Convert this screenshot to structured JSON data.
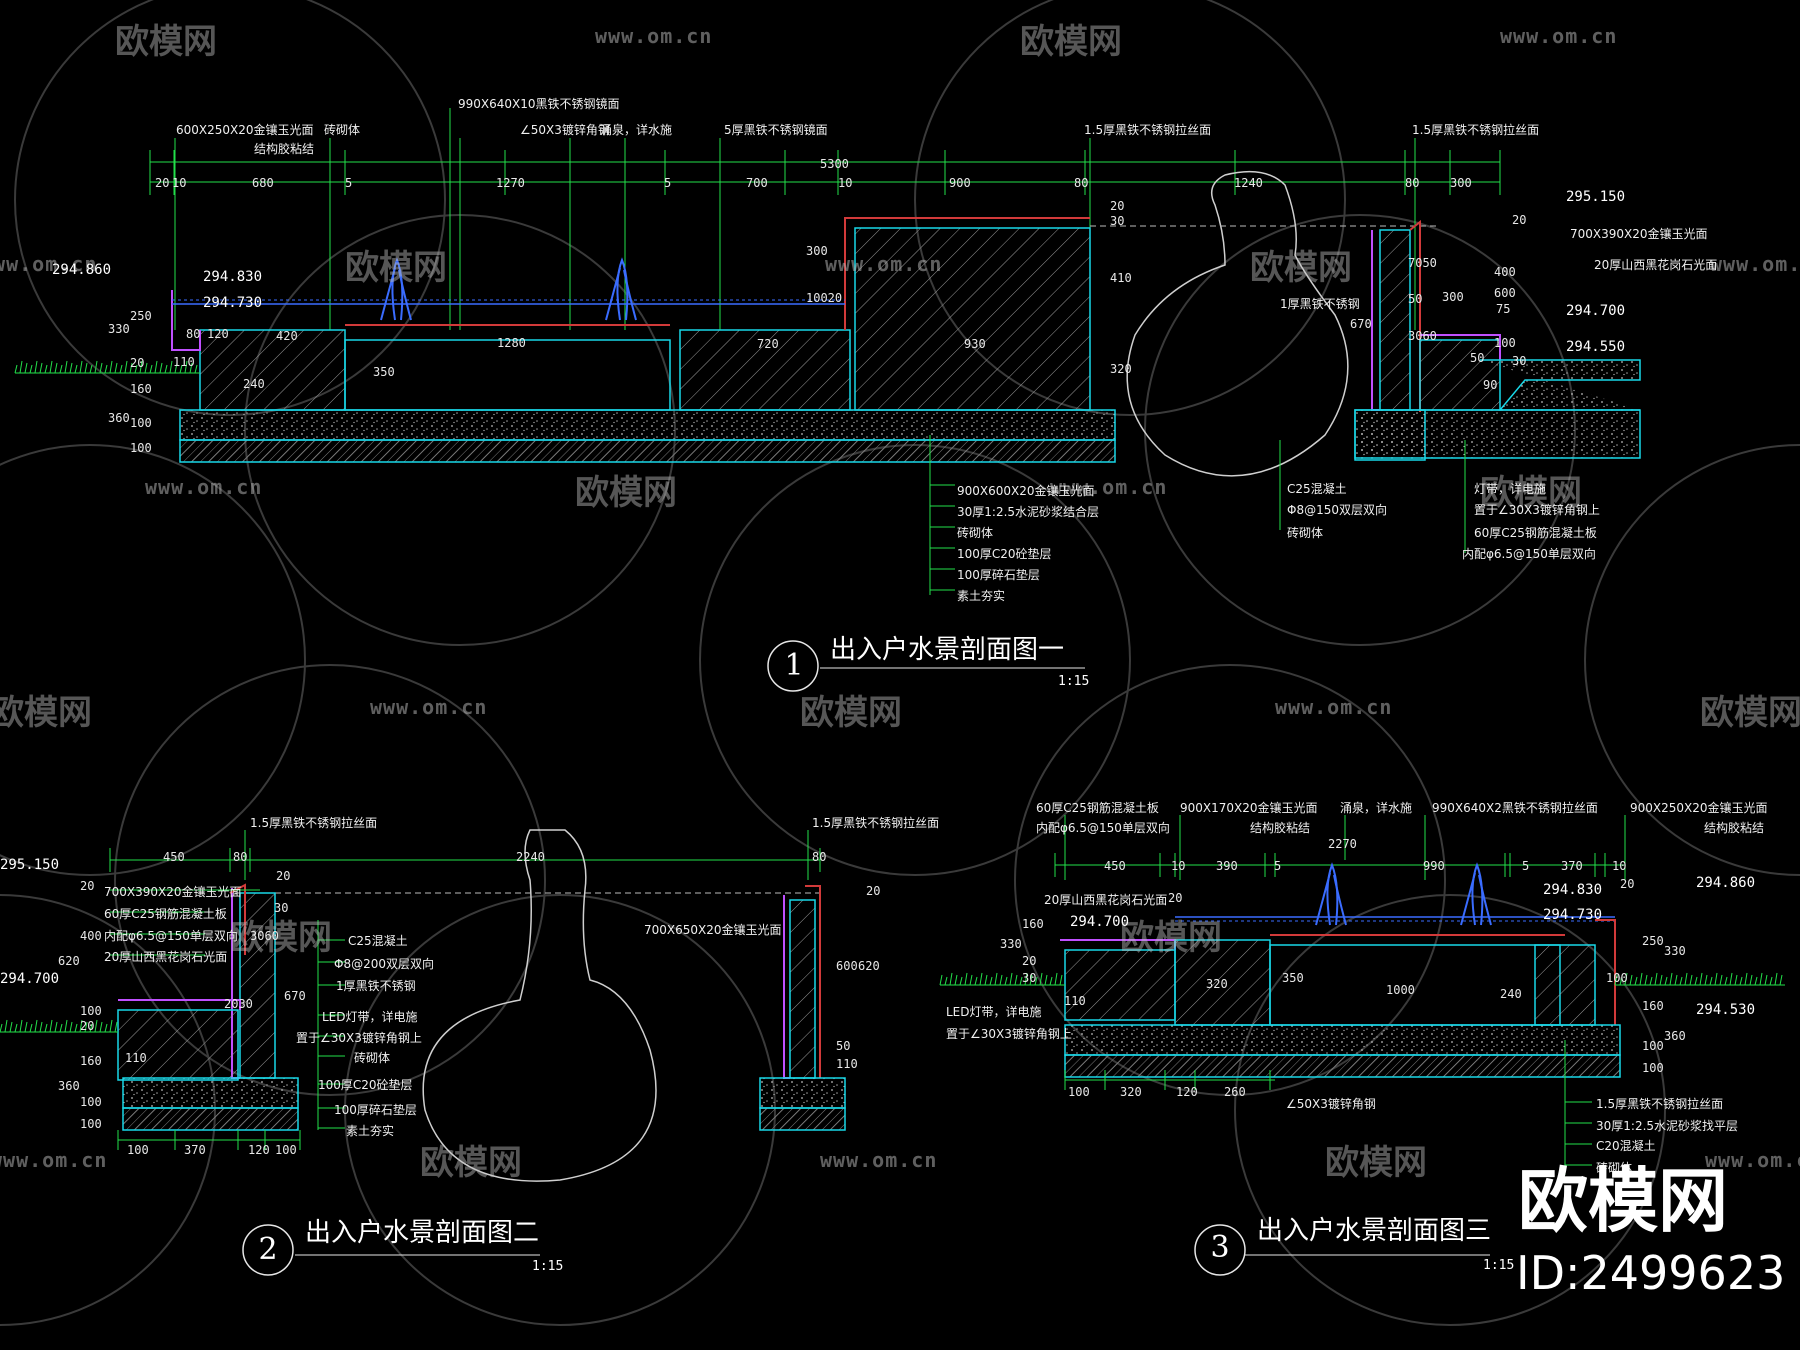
{
  "watermark": {
    "brand": "欧模网",
    "url": "www.om.cn"
  },
  "badge": {
    "brand": "欧模网",
    "id": "ID:2499623"
  },
  "section1": {
    "number": "1",
    "title": "出入户水景剖面图一",
    "scale": "1:15",
    "callouts_top": [
      "600X250X20金镶玉光面",
      "结构胶粘结",
      "砖砌体",
      "990X640X10黑铁不锈钢镜面",
      "∠50X3镀锌角钢",
      "涌泉，详水施",
      "5厚黑铁不锈钢镜面",
      "1.5厚黑铁不锈钢拉丝面",
      "1.5厚黑铁不锈钢拉丝面"
    ],
    "top_dims": [
      "20",
      "10",
      "680",
      "5",
      "1270",
      "5",
      "700",
      "10",
      "900",
      "80",
      "1240",
      "80",
      "300"
    ],
    "total": "5300",
    "inner_dims": [
      "80",
      "120",
      "420",
      "1280",
      "720",
      "930",
      "350",
      "240",
      "110",
      "330",
      "250",
      "160",
      "20",
      "360",
      "100",
      "100",
      "300",
      "10020",
      "410",
      "320",
      "30",
      "20",
      "1厚黑铁不锈钢",
      "670",
      "300",
      "50",
      "7050",
      "400",
      "600",
      "20",
      "90",
      "3060",
      "75",
      "50",
      "100",
      "30"
    ],
    "elevations": [
      "294.860",
      "294.830",
      "294.730",
      "295.150",
      "294.700",
      "294.550"
    ],
    "right_callouts": [
      "700X390X20金镶玉光面",
      "20厚山西黑花岗石光面"
    ],
    "bottom_callouts": [
      "900X600X20金镶玉光面",
      "30厚1:2.5水泥砂浆结合层",
      "砖砌体",
      "100厚C20砼垫层",
      "100厚碎石垫层",
      "素土夯实"
    ],
    "bottom_callouts2": [
      "C25混凝土",
      "Φ8@150双层双向",
      "砖砌体"
    ],
    "bottom_callouts3": [
      "灯带，详电施",
      "置于∠30X3镀锌角钢上",
      "60厚C25钢筋混凝土板",
      "内配φ6.5@150单层双向"
    ]
  },
  "section2": {
    "number": "2",
    "title": "出入户水景剖面图二",
    "scale": "1:15",
    "callouts_top": [
      "1.5厚黑铁不锈钢拉丝面",
      "1.5厚黑铁不锈钢拉丝面"
    ],
    "top_dims": [
      "450",
      "80",
      "2240",
      "80"
    ],
    "elevations": [
      "295.150",
      "294.700"
    ],
    "left_callouts": [
      "700X390X20金镶玉光面",
      "60厚C25钢筋混凝土板",
      "内配φ6.5@150单层双向",
      "20厚山西黑花岗石光面"
    ],
    "mid_callouts": [
      "C25混凝土",
      "Φ8@200双层双向",
      "1厚黑铁不锈钢",
      "LED灯带，详电施",
      "置于∠30X3镀锌角钢上",
      "砖砌体",
      "100厚C20砼垫层",
      "100厚碎石垫层",
      "素土夯实"
    ],
    "right_callout": "700X650X20金镶玉光面",
    "side_dims": [
      "20",
      "400",
      "620",
      "100",
      "20",
      "160",
      "110",
      "360",
      "100",
      "100",
      "20",
      "30",
      "3060",
      "670",
      "2030",
      "20",
      "600",
      "620",
      "110",
      "50"
    ],
    "bottom_dims": [
      "100",
      "370",
      "120",
      "100"
    ]
  },
  "section3": {
    "number": "3",
    "title": "出入户水景剖面图三",
    "scale": "1:15",
    "callouts_top": [
      "60厚C25钢筋混凝土板",
      "内配φ6.5@150单层双向",
      "900X170X20金镶玉光面",
      "结构胶粘结",
      "涌泉，详水施",
      "990X640X2黑铁不锈钢拉丝面",
      "900X250X20金镶玉光面",
      "结构胶粘结"
    ],
    "top_dims": [
      "450",
      "10",
      "390",
      "5",
      "2270",
      "990",
      "5",
      "370",
      "10"
    ],
    "elevations": [
      "294.700",
      "294.830",
      "294.730",
      "294.860",
      "294.530"
    ],
    "left_callouts": [
      "20厚山西黑花岗石光面",
      "LED灯带，详电施",
      "置于∠30X3镀锌角钢上"
    ],
    "inner_dims": [
      "160",
      "30",
      "330",
      "20",
      "110",
      "320",
      "350",
      "1000",
      "240",
      "100",
      "20",
      "250",
      "330",
      "160",
      "360",
      "100",
      "100",
      "20"
    ],
    "bottom_dims": [
      "100",
      "320",
      "120",
      "260"
    ],
    "angle": "∠50X3镀锌角钢",
    "bottom_callouts": [
      "1.5厚黑铁不锈钢拉丝面",
      "30厚1:2.5水泥砂浆找平层",
      "C20混凝土",
      "砖砌体"
    ]
  }
}
